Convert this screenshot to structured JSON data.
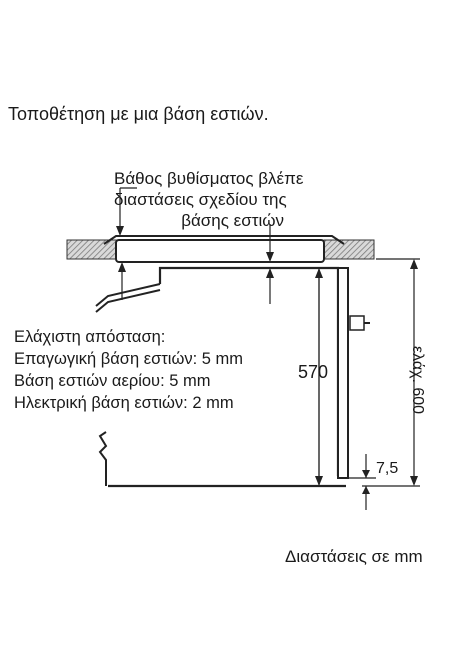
{
  "title": "Τοποθέτηση με μια βάση εστιών.",
  "depth_note": {
    "lines": [
      "Βάθος βυθίσματος βλέπε",
      "διαστάσεις σχεδίου της",
      "βάσης εστιών"
    ]
  },
  "min_clearance": {
    "heading": "Ελάχιστη απόσταση:",
    "induction": "Επαγωγική βάση εστιών: 5 mm",
    "gas": "Βάση εστιών αερίου: 5 mm",
    "electric": "Ηλεκτρική βάση εστιών: 2 mm"
  },
  "dimensions": {
    "oven_height": "570",
    "base_gap": "7,5",
    "min_niche": "ελάχ. 600"
  },
  "units_note": "Διαστάσεις σε mm"
}
